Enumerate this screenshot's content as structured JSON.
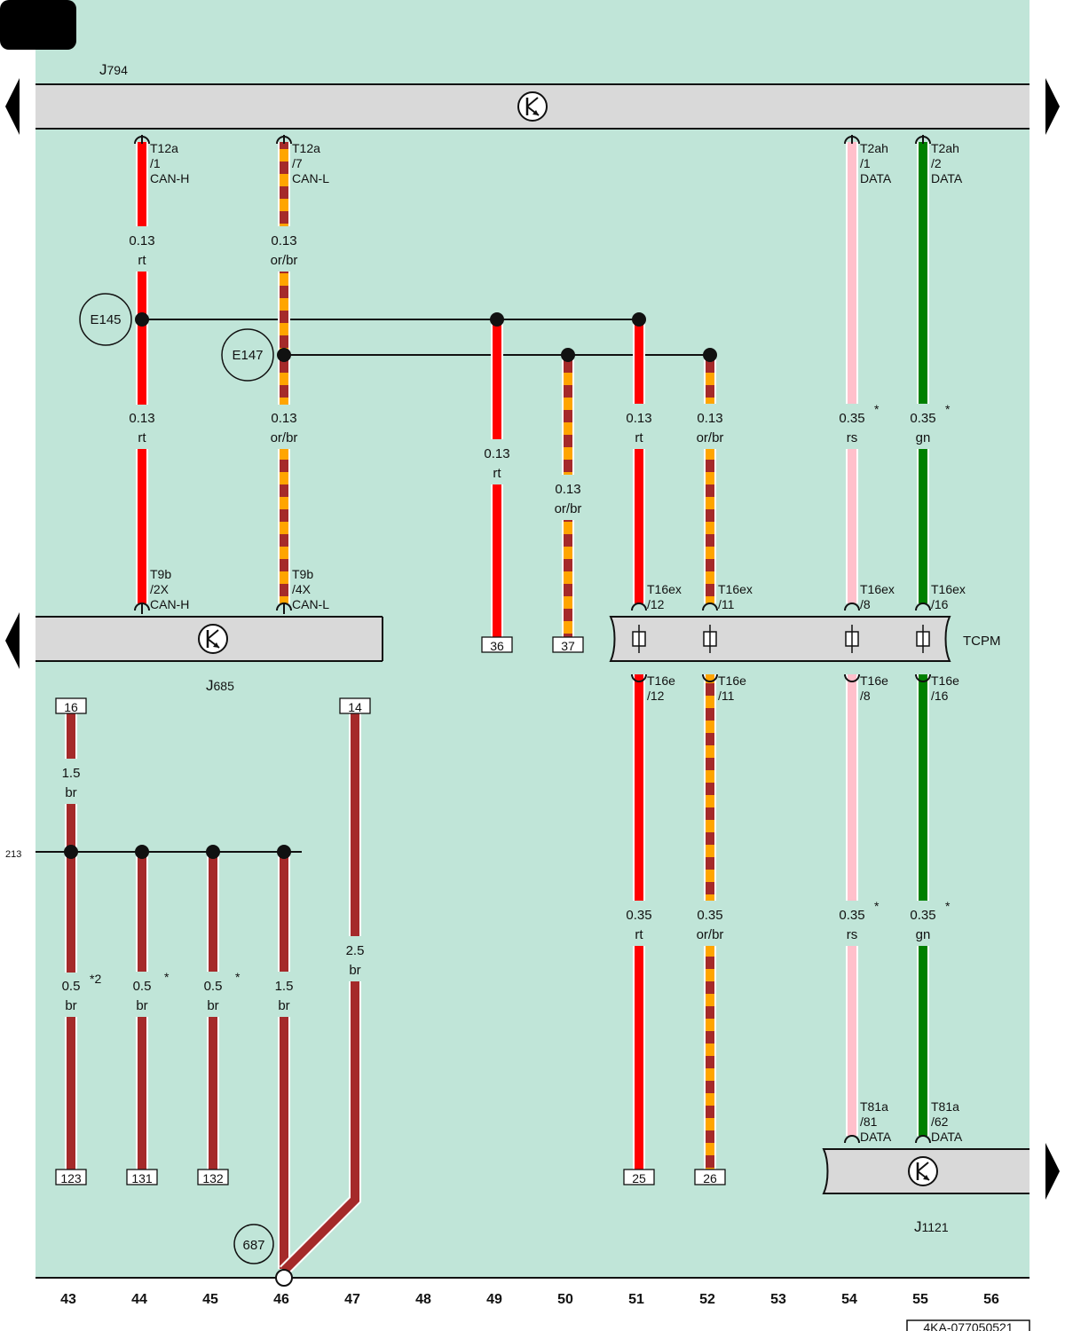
{
  "colors": {
    "background": "#c0e5d8",
    "component": "#d9d9d9",
    "rt": "#ff0000",
    "br": "#a52a2a",
    "or": "#ffa500",
    "rs": "#ffc0cb",
    "gn": "#008000"
  },
  "components": {
    "j794": {
      "prefix": "J",
      "number": "794"
    },
    "j685": {
      "prefix": "J",
      "number": "685"
    },
    "j1121": {
      "prefix": "J",
      "number": "1121"
    },
    "tcpm": "TCPM"
  },
  "splices": {
    "e145": "E145",
    "e147": "E147",
    "s687": "687"
  },
  "connectors": {
    "t12a_1": [
      "T12a",
      "/1",
      "CAN-H"
    ],
    "t12a_7": [
      "T12a",
      "/7",
      "CAN-L"
    ],
    "t2ah_1": [
      "T2ah",
      "/1",
      "DATA"
    ],
    "t2ah_2": [
      "T2ah",
      "/2",
      "DATA"
    ],
    "t9b_2x": [
      "T9b",
      "/2X",
      "CAN-H"
    ],
    "t9b_4x": [
      "T9b",
      "/4X",
      "CAN-L"
    ],
    "t16ex_12": [
      "T16ex",
      "/12"
    ],
    "t16ex_11": [
      "T16ex",
      "/11"
    ],
    "t16ex_8": [
      "T16ex",
      "/8"
    ],
    "t16ex_16": [
      "T16ex",
      "/16"
    ],
    "t16e_12": [
      "T16e",
      "/12"
    ],
    "t16e_11": [
      "T16e",
      "/11"
    ],
    "t16e_8": [
      "T16e",
      "/8"
    ],
    "t16e_16": [
      "T16e",
      "/16"
    ],
    "t81a_81": [
      "T81a",
      "/81",
      "DATA"
    ],
    "t81a_62": [
      "T81a",
      "/62",
      "DATA"
    ]
  },
  "wire_labels": {
    "w1a": [
      "0.13",
      "rt"
    ],
    "w2a": [
      "0.13",
      "or/br"
    ],
    "w1b": [
      "0.13",
      "rt"
    ],
    "w2b": [
      "0.13",
      "or/br"
    ],
    "w49": [
      "0.13",
      "rt"
    ],
    "w50": [
      "0.13",
      "or/br"
    ],
    "w51a": [
      "0.13",
      "rt"
    ],
    "w52a": [
      "0.13",
      "or/br"
    ],
    "w54a": [
      "0.35",
      "rs"
    ],
    "w55a": [
      "0.35",
      "gn"
    ],
    "w43a": [
      "1.5",
      "br"
    ],
    "w43b": [
      "0.5",
      "br"
    ],
    "w44": [
      "0.5",
      "br"
    ],
    "w45": [
      "0.5",
      "br"
    ],
    "w46": [
      "1.5",
      "br"
    ],
    "w47": [
      "2.5",
      "br"
    ],
    "w51b": [
      "0.35",
      "rt"
    ],
    "w52b": [
      "0.35",
      "or/br"
    ],
    "w54b": [
      "0.35",
      "rs"
    ],
    "w55b": [
      "0.35",
      "gn"
    ]
  },
  "notes": {
    "star": "*",
    "star2": "*2"
  },
  "terminals": {
    "t36": "36",
    "t37": "37",
    "t16": "16",
    "t14": "14",
    "t123": "123",
    "t131": "131",
    "t132": "132",
    "t25": "25",
    "t26": "26"
  },
  "cross_ref": "213",
  "columns": [
    "43",
    "44",
    "45",
    "46",
    "47",
    "48",
    "49",
    "50",
    "51",
    "52",
    "53",
    "54",
    "55",
    "56"
  ],
  "doc_id": "4KA-077050521"
}
